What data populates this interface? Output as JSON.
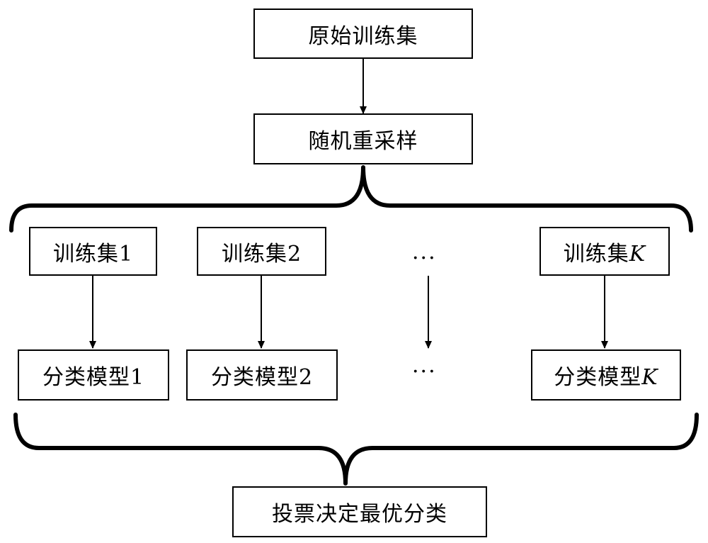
{
  "top": {
    "original_train_set": "原始训练集",
    "random_resample": "随机重采样"
  },
  "columns": [
    {
      "train_label": "训练集",
      "train_suffix": "1",
      "model_label": "分类模型",
      "model_suffix": "1",
      "suffix_italic": false
    },
    {
      "train_label": "训练集",
      "train_suffix": "2",
      "model_label": "分类模型",
      "model_suffix": "2",
      "suffix_italic": false
    },
    {
      "train_label": "训练集",
      "train_suffix": "K",
      "model_label": "分类模型",
      "model_suffix": "K",
      "suffix_italic": true
    }
  ],
  "ellipsis": {
    "train_row": "···",
    "model_row": "···"
  },
  "bottom": {
    "vote": "投票决定最优分类"
  }
}
